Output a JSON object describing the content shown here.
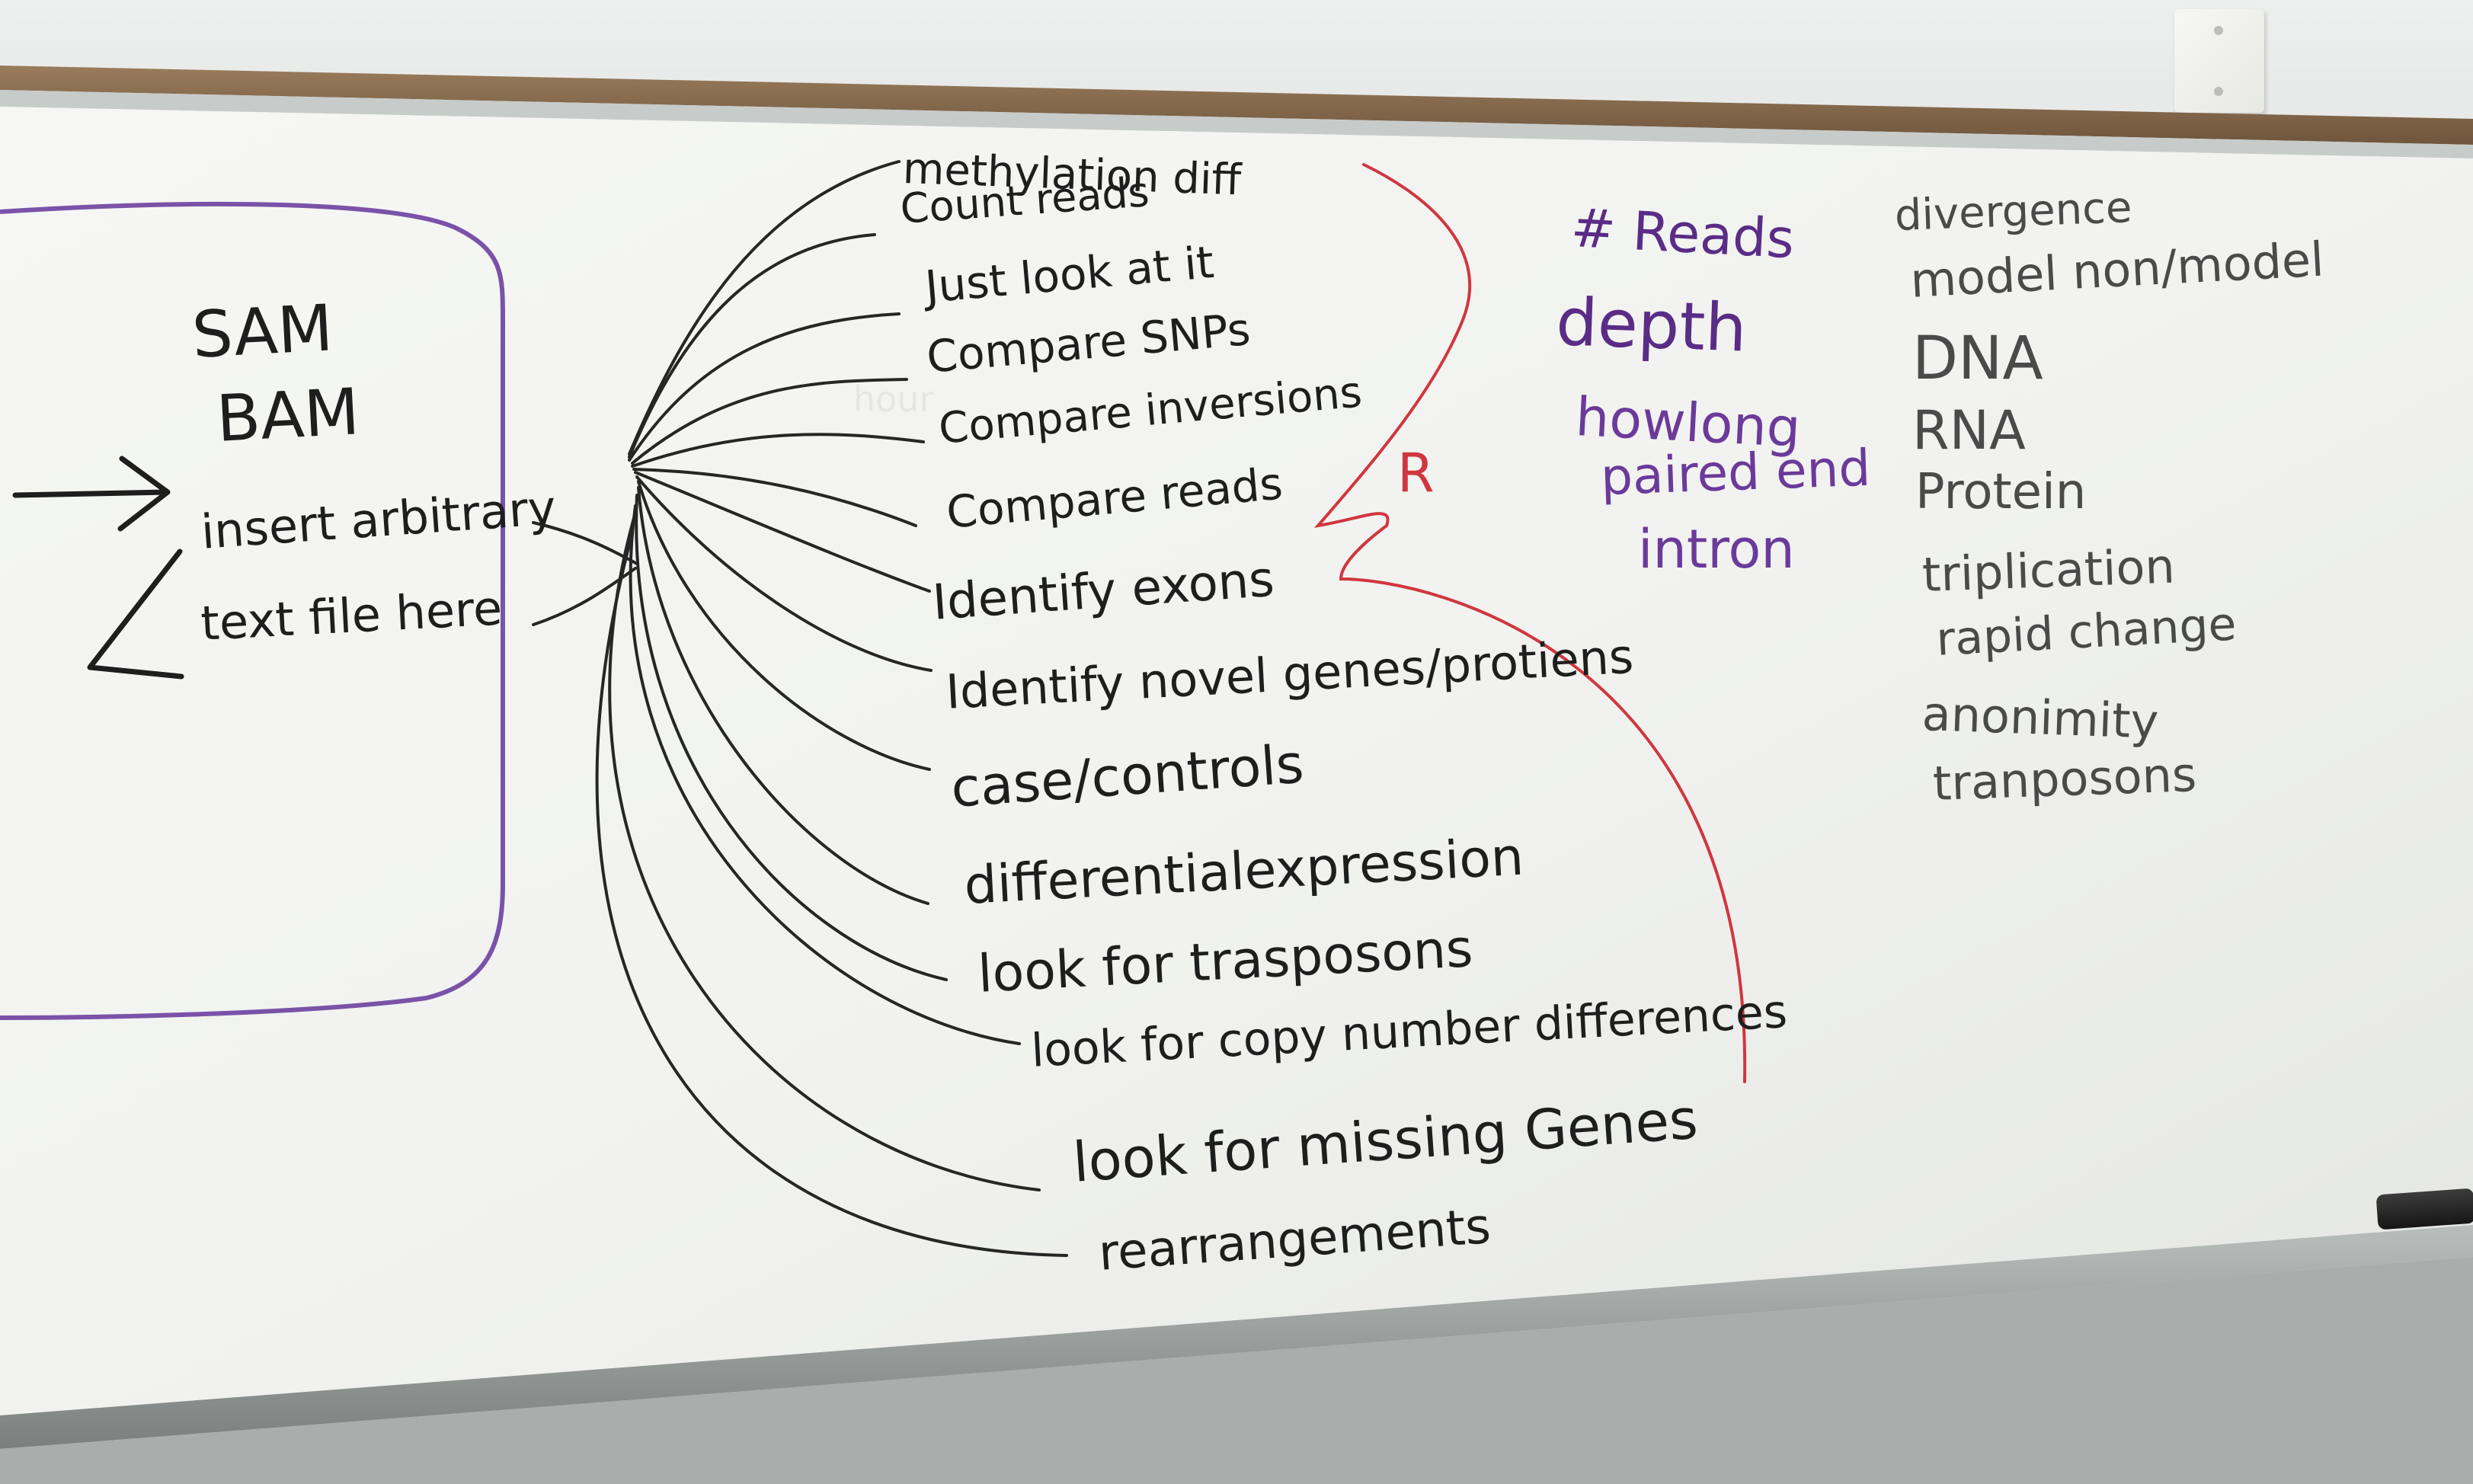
{
  "colors": {
    "board": "#f4f5f2",
    "frame_wood": "#8a6d4f",
    "ink_black": "#1e1e1e",
    "ink_purple": "#5a2c86",
    "ink_red": "#d0363f"
  },
  "left_box": {
    "line1": "SAM",
    "line2": "BAM",
    "line3": "insert arbitrary",
    "line4": "text file here"
  },
  "branches": [
    "methylation diff",
    "Count reads",
    "Just look at it",
    "Compare SNPs",
    "Compare inversions",
    "Compare reads",
    "Identify exons",
    "Identify novel genes/protiens",
    "case/controls",
    "differentialexpression",
    "look for trasposons",
    "look for copy number differences",
    "look for missing Genes",
    "rearrangements"
  ],
  "red_mark": "R",
  "purple_list": [
    "# Reads",
    "depth",
    "howlong",
    "paired end",
    "intron"
  ],
  "right_list": [
    "divergence",
    "model non/model",
    "DNA",
    "RNA",
    "Protein",
    "triplication",
    "rapid change",
    "anonimity",
    "tranposons"
  ]
}
